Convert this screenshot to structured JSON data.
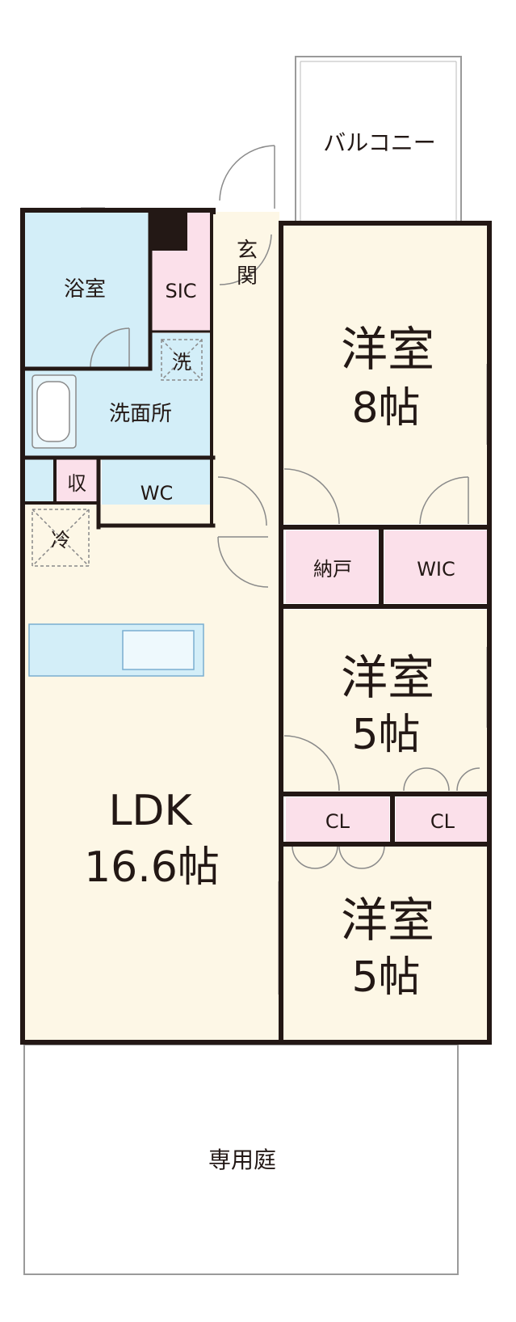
{
  "colors": {
    "wall": "#231815",
    "wet_room": "#d3eef8",
    "storage": "#fbe0ea",
    "room_floor": "#fdf7e6",
    "outdoor": "#ffffff",
    "fixture_line": "#8a8a8a"
  },
  "rooms": {
    "balcony": "バルコニー",
    "entrance": "玄関",
    "bath": "浴室",
    "sic": "SIC",
    "washer": "洗",
    "washroom": "洗面所",
    "storage_small": "収",
    "wc": "WC",
    "fridge": "冷",
    "western1_name": "洋室",
    "western1_size": "8帖",
    "nando": "納戸",
    "wic": "WIC",
    "western2_name": "洋室",
    "western2_size": "5帖",
    "ldk_name": "LDK",
    "ldk_size": "16.6帖",
    "cl1": "CL",
    "cl2": "CL",
    "western3_name": "洋室",
    "western3_size": "5帖",
    "garden": "専用庭"
  }
}
